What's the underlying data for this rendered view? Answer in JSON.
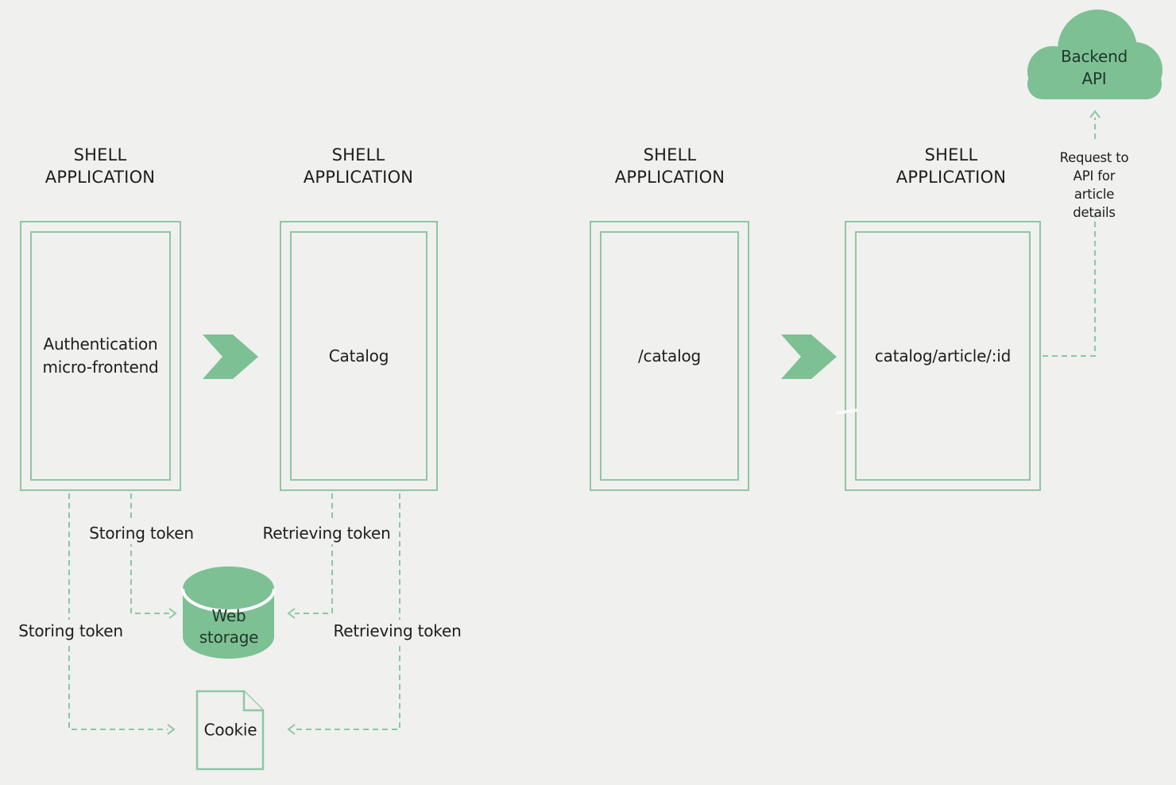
{
  "diagram": {
    "columns": [
      {
        "header": "SHELL\nAPPLICATION",
        "label": "Authentication\nmicro-frontend"
      },
      {
        "header": "SHELL\nAPPLICATION",
        "label": "Catalog"
      },
      {
        "header": "SHELL\nAPPLICATION",
        "label": "/catalog"
      },
      {
        "header": "SHELL\nAPPLICATION",
        "label": "catalog/article/:id"
      }
    ],
    "cloud_label": "Backend\nAPI",
    "api_note": "Request to\nAPI for\narticle details",
    "web_storage_label": "Web\nstorage",
    "cookie_label": "Cookie",
    "flow_labels": {
      "storing_token_web": "Storing token",
      "retrieving_token_web": "Retrieving token",
      "storing_token_cookie": "Storing token",
      "retrieving_token_cookie": "Retrieving token"
    },
    "colors": {
      "background": "#f0f0ee",
      "shape_green": "#7dc094",
      "line_green": "#8ec6a4",
      "text": "#1d1d1b",
      "shape_text": "#20382b"
    }
  }
}
